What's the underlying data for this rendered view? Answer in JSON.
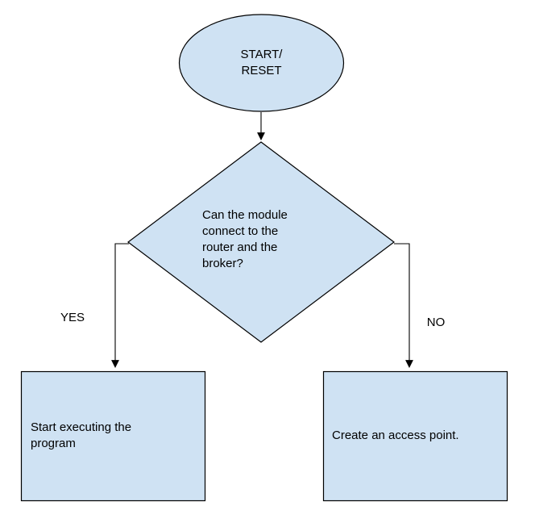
{
  "style": {
    "background": "#ffffff",
    "shape_fill": "#cfe2f3",
    "shape_stroke": "#000000",
    "text_color": "#000000"
  },
  "flowchart": {
    "start": {
      "label": "START/\nRESET"
    },
    "decision": {
      "label": "Can the module\nconnect to the\nrouter and the\nbroker?"
    },
    "yes_branch": {
      "label": "YES",
      "process": {
        "label": "Start executing the\nprogram"
      }
    },
    "no_branch": {
      "label": "NO",
      "process": {
        "label": "Create an access point."
      }
    }
  }
}
